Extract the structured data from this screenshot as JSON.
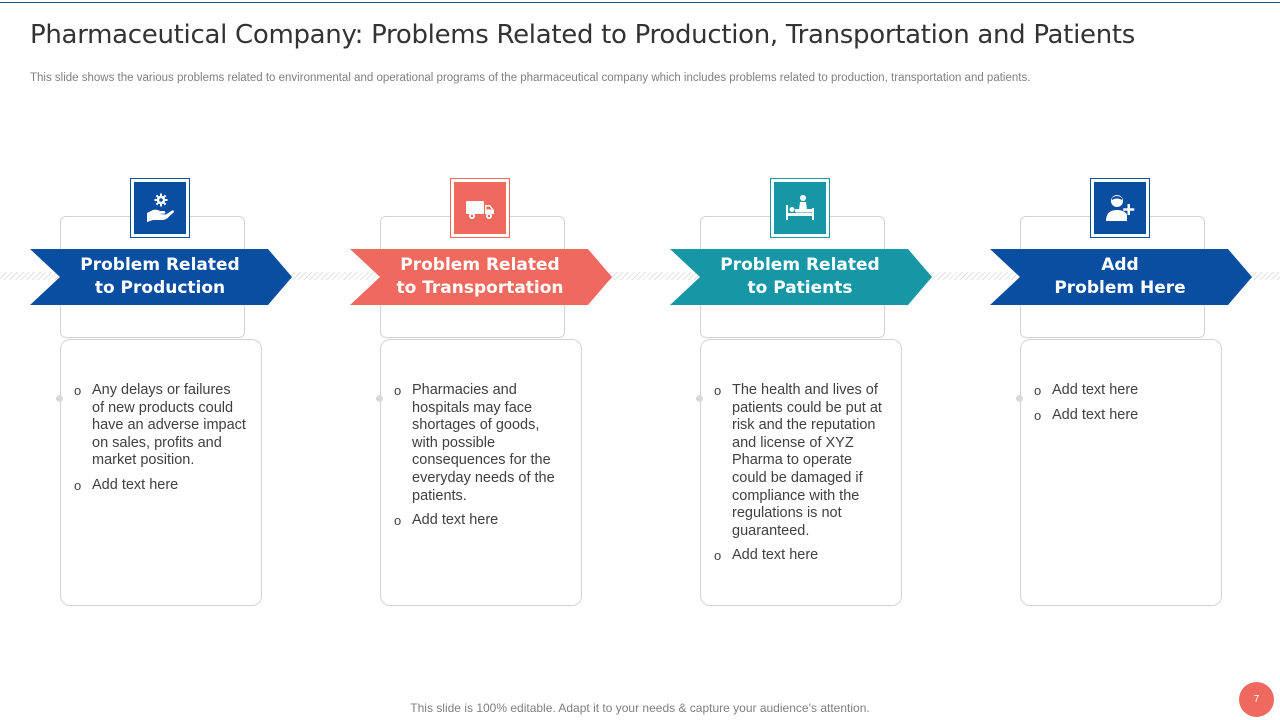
{
  "slide": {
    "title": "Pharmaceutical Company: Problems Related to Production, Transportation and Patients",
    "subtitle": "This slide shows the various problems related to environmental and operational programs of the pharmaceutical company which includes problems related to production, transportation and patients.",
    "footer": "This slide is 100% editable. Adapt it to your needs & capture your audience’s attention.",
    "page_number": "7"
  },
  "colors": {
    "blue": "#0a4ea2",
    "coral": "#f0695e",
    "teal": "#1796a6",
    "navy": "#0a4ea2"
  },
  "columns": [
    {
      "label": "Problem Related\nto Production",
      "icon": "hand-gear-icon",
      "bullets": [
        "Any delays or failures of new products could have an adverse impact on sales, profits and market position.",
        "Add text here"
      ]
    },
    {
      "label": "Problem Related\nto Transportation",
      "icon": "delivery-truck-icon",
      "bullets": [
        "Pharmacies and hospitals may face shortages of goods, with possible consequences for the everyday needs of the patients.",
        "Add text here"
      ]
    },
    {
      "label": "Problem Related\nto Patients",
      "icon": "patient-bed-icon",
      "bullets": [
        "The health and lives of patients could be put at risk and the reputation and license of XYZ Pharma to operate could be damaged if compliance with the regulations is not guaranteed.",
        "Add text here"
      ]
    },
    {
      "label": "Add\nProblem Here",
      "icon": "add-user-icon",
      "bullets": [
        "Add text here",
        "Add text here"
      ]
    }
  ]
}
